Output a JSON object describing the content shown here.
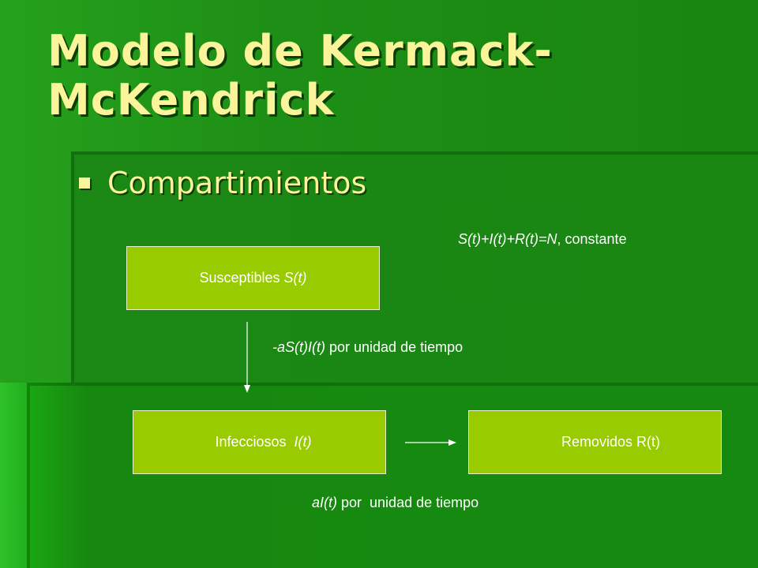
{
  "title": {
    "line1": "Modelo de Kermack-",
    "line2": "McKendrick"
  },
  "bullet": {
    "text": "Compartimientos"
  },
  "equation": {
    "formula": "S(t)+I(t)+R(t)=N",
    "suffix": ", constante"
  },
  "boxes": {
    "susceptibles": {
      "label": "Susceptibles ",
      "symbol": "S(t)"
    },
    "infecciosos": {
      "label": "Infecciosos  ",
      "symbol": "I(t)"
    },
    "removidos": {
      "label": "Removidos R(t)"
    }
  },
  "rates": {
    "infection": {
      "formula": "-aS(t)I(t)",
      "text": " por unidad de tiempo"
    },
    "removal": {
      "formula": "aI(t)",
      "text": " por  unidad de tiempo"
    }
  },
  "colors": {
    "title": "#fbf49a",
    "box_fill": "#99cc00",
    "text": "#ffffff"
  }
}
